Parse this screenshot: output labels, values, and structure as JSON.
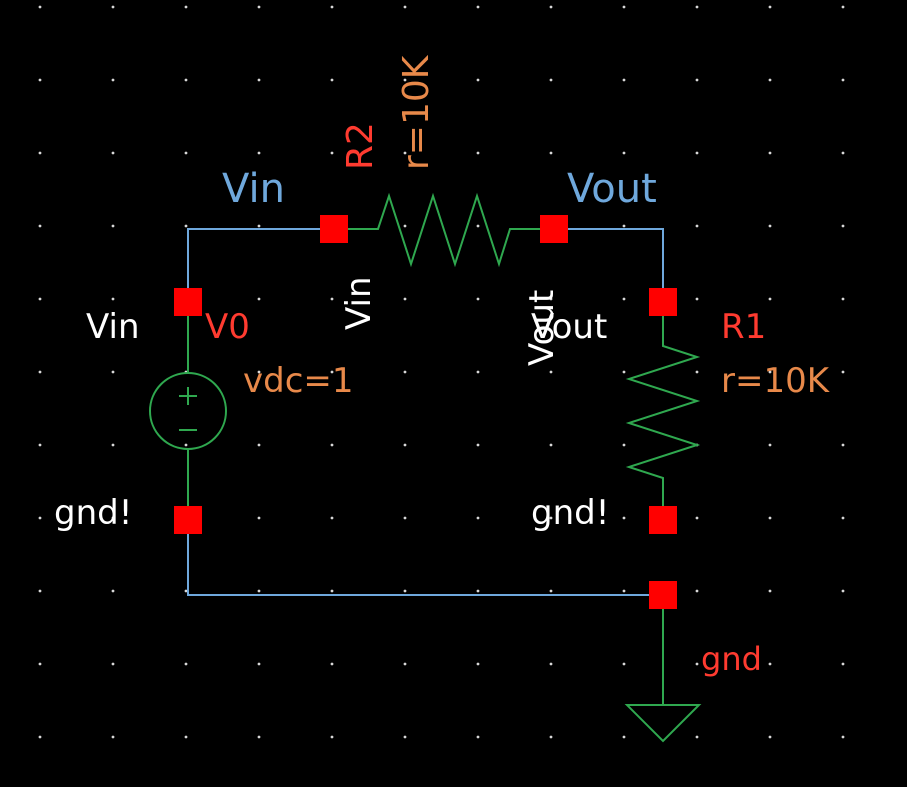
{
  "colors": {
    "background": "#000000",
    "wire": "#6fa8dc",
    "component": "#2fa84f",
    "pin": "#ff0000",
    "net_label": "#6fa8dc",
    "instance_label": "#ff3b30",
    "parameter_label": "#e8894a",
    "pin_label": "#ffffff",
    "grid_dot": "#d8d8d8"
  },
  "nets": {
    "vin_top": "Vin",
    "vout_top": "Vout"
  },
  "components": {
    "r2": {
      "name": "R2",
      "param": "r=10K",
      "pin_left": "Vin",
      "pin_right": "Vout"
    },
    "r1": {
      "name": "R1",
      "param": "r=10K",
      "pin_top": "Vout",
      "pin_bottom": "gnd!"
    },
    "v0": {
      "name": "V0",
      "param": "vdc=1",
      "pin_top": "Vin",
      "pin_bottom": "gnd!"
    },
    "gnd": {
      "name": "gnd"
    }
  },
  "icons": {
    "voltage_source": "vsource-symbol",
    "resistor": "zigzag-resistor-symbol",
    "ground": "ground-triangle-symbol",
    "pin": "red-square-pin"
  }
}
